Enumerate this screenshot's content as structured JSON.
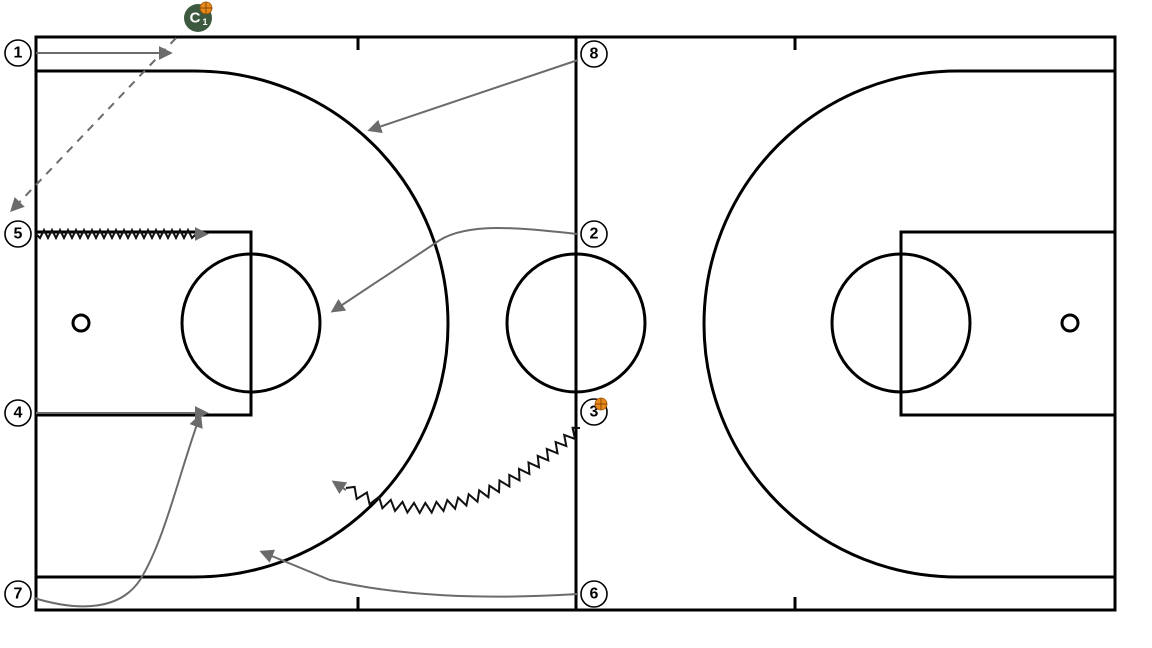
{
  "players": [
    {
      "id": "p1",
      "label": "1"
    },
    {
      "id": "p2",
      "label": "2"
    },
    {
      "id": "p3",
      "label": "3",
      "has_ball": true
    },
    {
      "id": "p4",
      "label": "4"
    },
    {
      "id": "p5",
      "label": "5"
    },
    {
      "id": "p6",
      "label": "6"
    },
    {
      "id": "p7",
      "label": "7"
    },
    {
      "id": "p8",
      "label": "8"
    }
  ],
  "coach": {
    "label": "C",
    "sub": "1",
    "has_ball": true
  },
  "colors": {
    "court_lines": "#000000",
    "movement": "#6b6b6b",
    "dribble": "#111111",
    "coach": "#3d5a40",
    "ball": "#e8891c"
  },
  "legend": {
    "movement": "gray solid arrow",
    "pass": "gray dashed arrow",
    "dribble": "zigzag arrow"
  }
}
